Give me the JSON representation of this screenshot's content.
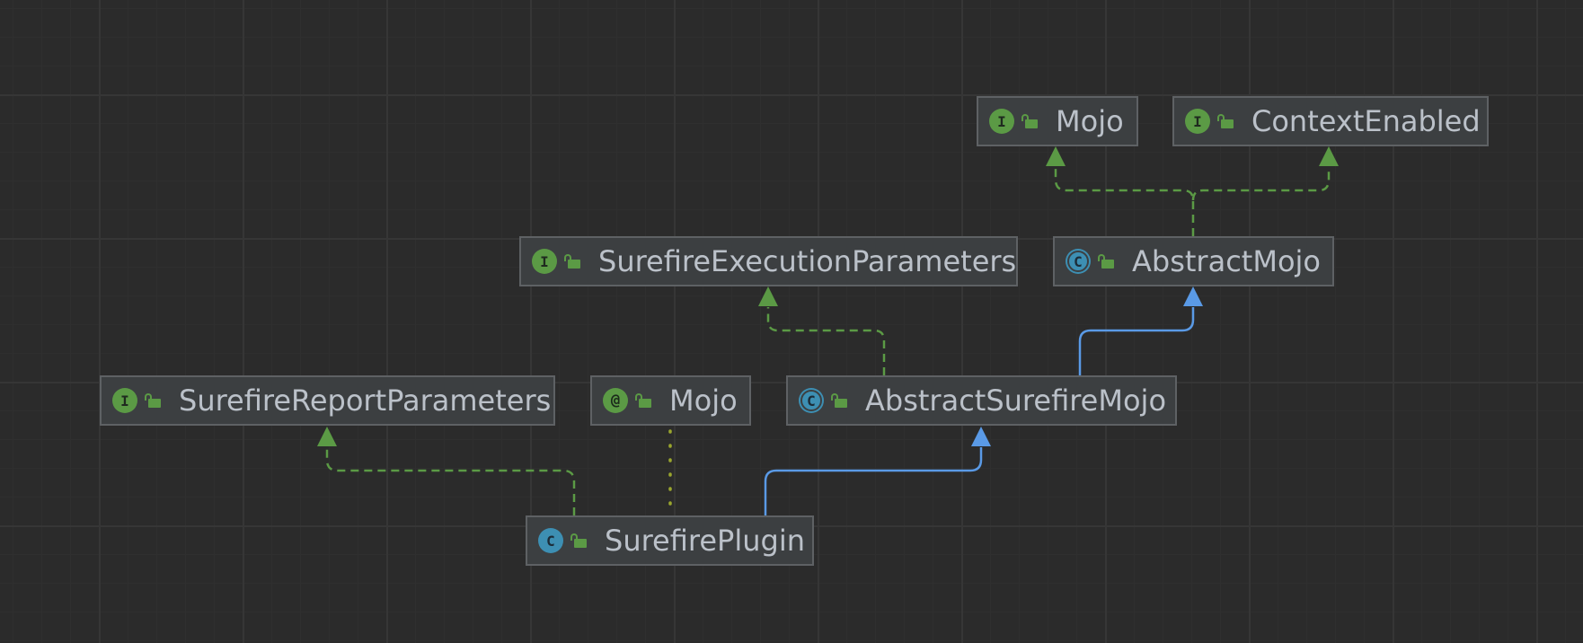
{
  "diagram": {
    "nodes": [
      {
        "id": "mojo-interface",
        "kind": "interface",
        "kind_glyph": "I",
        "name": "Mojo"
      },
      {
        "id": "context-enabled",
        "kind": "interface",
        "kind_glyph": "I",
        "name": "ContextEnabled"
      },
      {
        "id": "surefire-execution-parameters",
        "kind": "interface",
        "kind_glyph": "I",
        "name": "SurefireExecutionParameters"
      },
      {
        "id": "abstract-mojo",
        "kind": "abstract-class",
        "kind_glyph": "C",
        "name": "AbstractMojo"
      },
      {
        "id": "surefire-report-parameters",
        "kind": "interface",
        "kind_glyph": "I",
        "name": "SurefireReportParameters"
      },
      {
        "id": "mojo-annotation",
        "kind": "annotation",
        "kind_glyph": "@",
        "name": "Mojo"
      },
      {
        "id": "abstract-surefire-mojo",
        "kind": "abstract-class",
        "kind_glyph": "C",
        "name": "AbstractSurefireMojo"
      },
      {
        "id": "surefire-plugin",
        "kind": "class",
        "kind_glyph": "C",
        "name": "SurefirePlugin"
      }
    ],
    "edges": [
      {
        "from": "abstract-mojo",
        "to": "mojo-interface",
        "relation": "implements"
      },
      {
        "from": "abstract-mojo",
        "to": "context-enabled",
        "relation": "implements"
      },
      {
        "from": "abstract-surefire-mojo",
        "to": "surefire-execution-parameters",
        "relation": "implements"
      },
      {
        "from": "abstract-surefire-mojo",
        "to": "abstract-mojo",
        "relation": "extends"
      },
      {
        "from": "surefire-plugin",
        "to": "surefire-report-parameters",
        "relation": "implements"
      },
      {
        "from": "surefire-plugin",
        "to": "mojo-annotation",
        "relation": "annotated-by"
      },
      {
        "from": "surefire-plugin",
        "to": "abstract-surefire-mojo",
        "relation": "extends"
      }
    ],
    "colors": {
      "background": "#2b2b2b",
      "node_fill": "#3c3f41",
      "node_border": "#5e6164",
      "text": "#bbc1c9",
      "implements": "#5b9a45",
      "extends": "#5a9ae6",
      "annotation_link": "#9aa62e",
      "interface_badge": "#5b9a45",
      "class_badge": "#3d8fb3"
    },
    "icons": {
      "interface": "interface-badge-icon",
      "class": "class-badge-icon",
      "abstract-class": "abstract-class-badge-icon",
      "annotation": "annotation-badge-icon",
      "visibility": "public-lock-icon"
    }
  }
}
